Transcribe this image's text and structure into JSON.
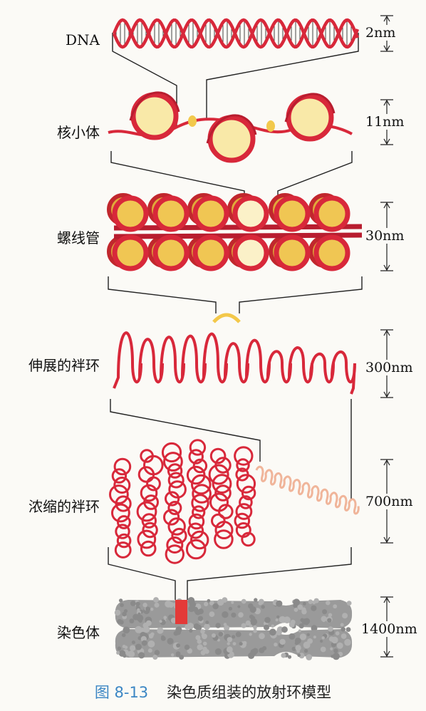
{
  "levels": [
    {
      "label": "DNA",
      "size": "2nm"
    },
    {
      "label": "核小体",
      "size": "11nm"
    },
    {
      "label": "螺线管",
      "size": "30nm"
    },
    {
      "label": "伸展的袢环",
      "size": "300nm"
    },
    {
      "label": "浓缩的袢环",
      "size": "700nm"
    },
    {
      "label": "染色体",
      "size": "1400nm"
    }
  ],
  "caption": {
    "number": "图 8-13",
    "title": "染色质组装的放射环模型"
  },
  "colors": {
    "dna_red": "#d8283a",
    "histone_yellow": "#f9e9a8",
    "chromosome_grey": "#9a9a9a",
    "highlight_red": "#e43a38",
    "caption_blue": "#3b86c4"
  }
}
